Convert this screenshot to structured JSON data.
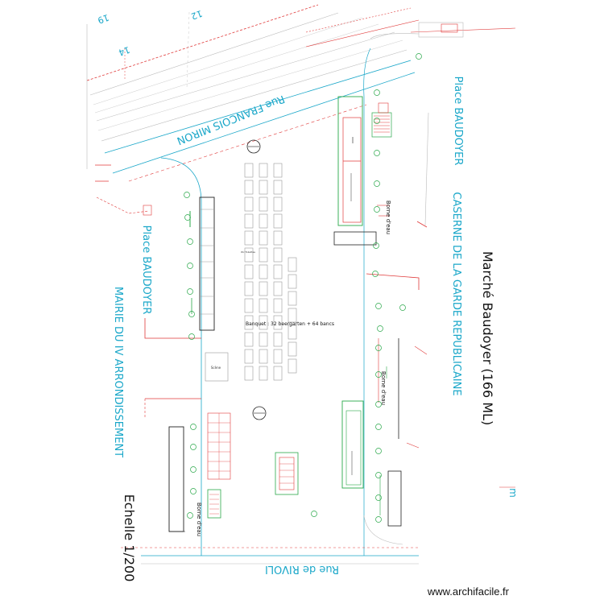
{
  "plan": {
    "title": "Marché Baudoyer (166 ML)",
    "scale": "Echelle 1/200",
    "credit": "www.archifacile.fr",
    "banquet_label": "Banquet : 32 beergarten + 64 bancs",
    "scene_label": "Scène",
    "small_label": "Wc  Toilettes",
    "streets": {
      "francois_miron": "Rue FRANCOIS MIRON",
      "baudoyer_right": "Place BAUDOYER",
      "baudoyer_left": "Place BAUDOYER",
      "caserne": "CASERNE DE LA GARDE REPUBLICAINE",
      "mairie": "MAIRIE DU IV ARRONDISSEMENT",
      "rivoli": "Rue de RIVOLI"
    },
    "bornes": {
      "top_right": "Borne d'eau",
      "mid_right": "Borne d'eau",
      "bottom_left": "Borne d'eau"
    },
    "house_numbers": {
      "n19": "19",
      "n12": "12",
      "n14": "14"
    },
    "marker_m": "m",
    "colors": {
      "street_text": "#1aa7c9",
      "red": "#e03a3a",
      "green": "#2aa84a",
      "grey": "#9a9a9a",
      "dark": "#222222"
    }
  }
}
